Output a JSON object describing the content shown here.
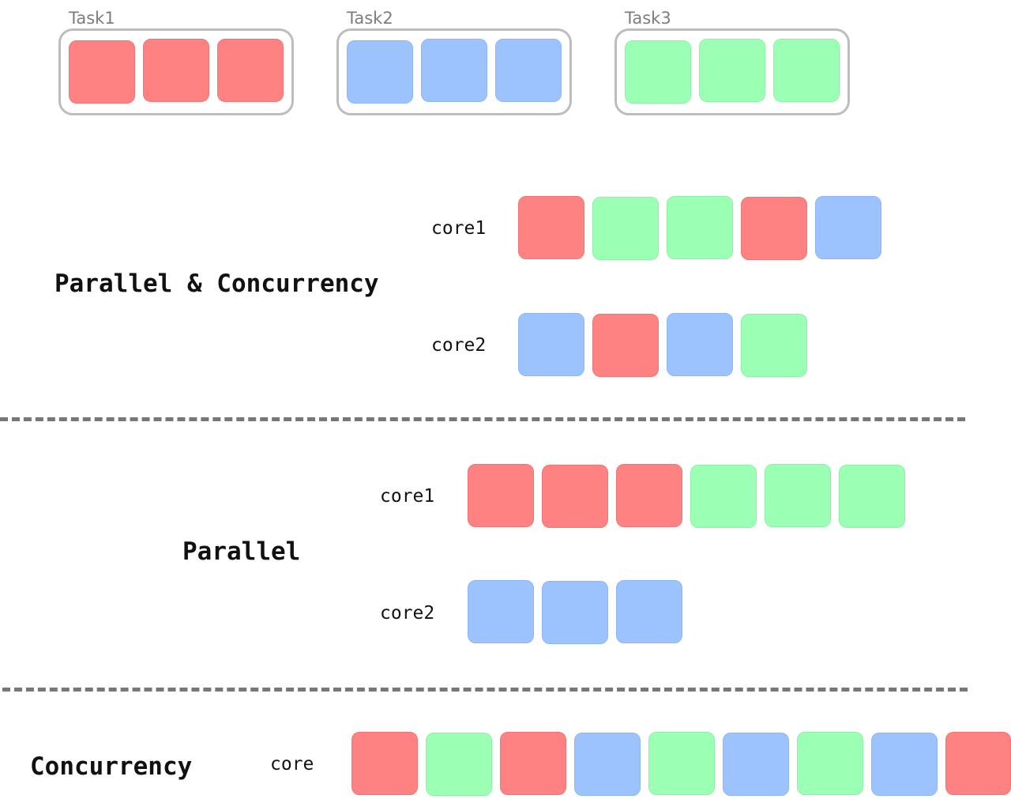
{
  "tasks": [
    {
      "label": "Task1",
      "color": "red"
    },
    {
      "label": "Task2",
      "color": "blue"
    },
    {
      "label": "Task3",
      "color": "green"
    }
  ],
  "colors": {
    "task1": "#ff8282",
    "task2": "#9dc3ff",
    "task3": "#9bffb4",
    "separator": "#777777",
    "task_box_border": "#bdbdbd"
  },
  "sections": {
    "parallel_concurrency": {
      "title": "Parallel & Concurrency",
      "core1": {
        "label": "core1",
        "blocks": [
          "red",
          "green",
          "green",
          "red",
          "blue"
        ]
      },
      "core2": {
        "label": "core2",
        "blocks": [
          "blue",
          "red",
          "blue",
          "green"
        ]
      }
    },
    "parallel": {
      "title": "Parallel",
      "core1": {
        "label": "core1",
        "blocks": [
          "red",
          "red",
          "red",
          "green",
          "green",
          "green"
        ]
      },
      "core2": {
        "label": "core2",
        "blocks": [
          "blue",
          "blue",
          "blue"
        ]
      }
    },
    "concurrency": {
      "title": "Concurrency",
      "core": {
        "label": "core",
        "blocks": [
          "red",
          "green",
          "red",
          "blue",
          "green",
          "blue",
          "green",
          "blue",
          "red"
        ]
      }
    }
  }
}
